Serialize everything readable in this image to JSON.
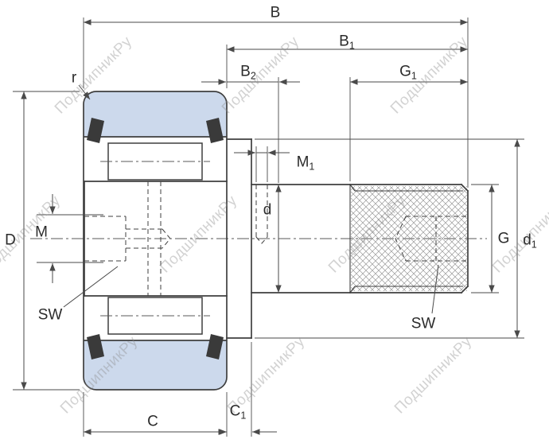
{
  "watermark": {
    "text": "ПодшипникРу"
  },
  "colors": {
    "roller_fill": "#ccd9ec",
    "outline": "#3f3f3f",
    "dimension": "#4a4a4a",
    "watermark": "#8c8c8c"
  },
  "dimensions": {
    "B": {
      "text": "B",
      "sub": ""
    },
    "B1": {
      "text": "B",
      "sub": "1"
    },
    "B2": {
      "text": "B",
      "sub": "2"
    },
    "G1": {
      "text": "G",
      "sub": "1"
    },
    "M1": {
      "text": "M",
      "sub": "1"
    },
    "r": {
      "text": "r",
      "sub": ""
    },
    "D": {
      "text": "D",
      "sub": ""
    },
    "M": {
      "text": "M",
      "sub": ""
    },
    "SW_left": {
      "text": "SW",
      "sub": ""
    },
    "d": {
      "text": "d",
      "sub": ""
    },
    "G": {
      "text": "G",
      "sub": ""
    },
    "d1": {
      "text": "d",
      "sub": "1"
    },
    "C": {
      "text": "C",
      "sub": ""
    },
    "C1": {
      "text": "C",
      "sub": "1"
    },
    "SW_right": {
      "text": "SW",
      "sub": ""
    }
  }
}
